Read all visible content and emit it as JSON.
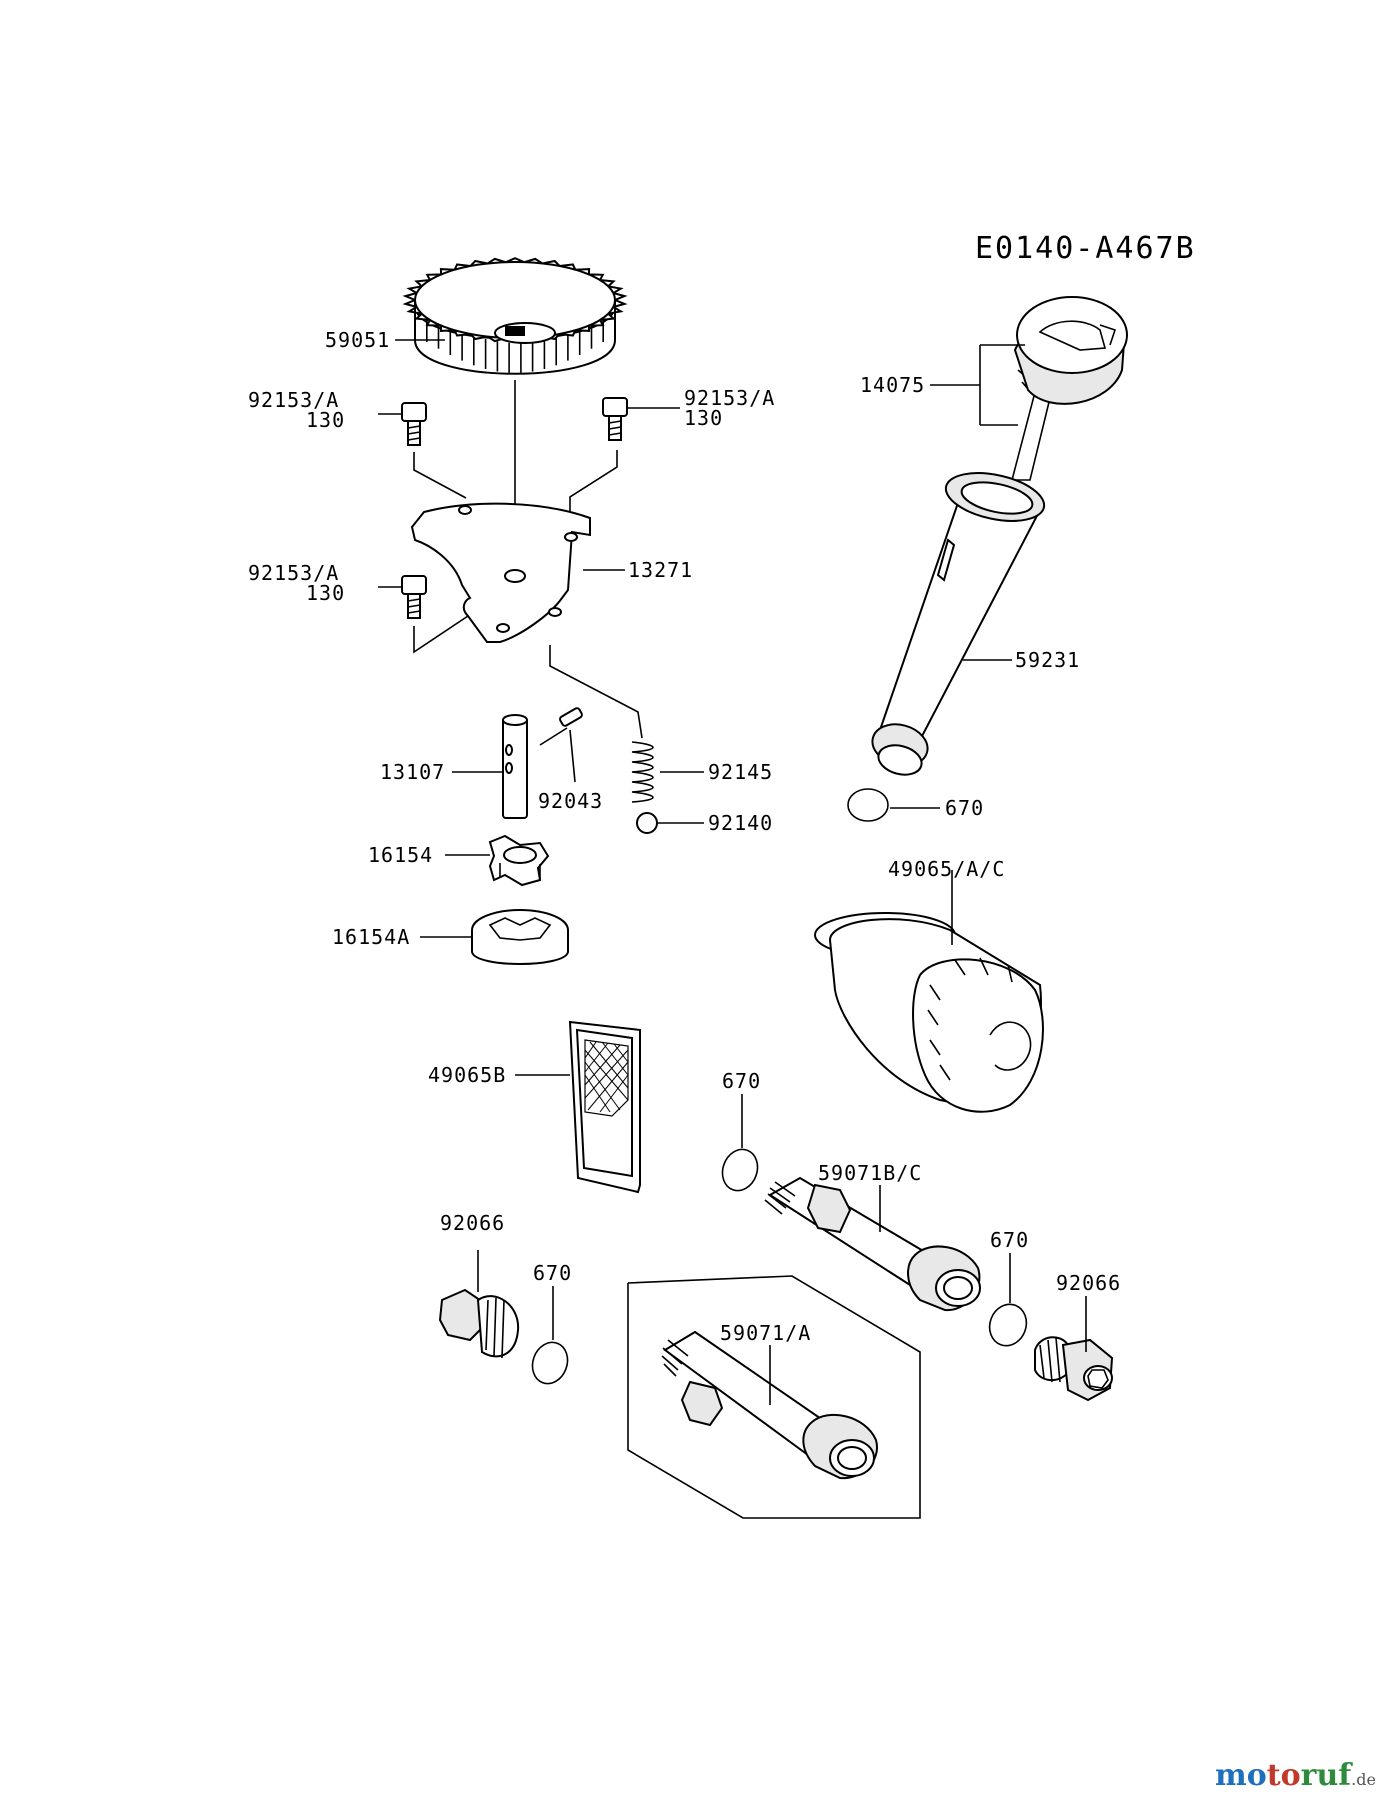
{
  "diagram_code": "E0140-A467B",
  "watermark": {
    "brand_parts": [
      "mo",
      "to",
      "ruf"
    ],
    "suffix": ".de"
  },
  "callouts": [
    "59051",
    "92153/A",
    "130",
    "92153/A",
    "130",
    "13271",
    "92153/A",
    "130",
    "14075",
    "59231",
    "670",
    "13107",
    "92043",
    "92145",
    "92140",
    "16154",
    "16154A",
    "49065/A/C",
    "49065B",
    "670",
    "59071B/C",
    "670",
    "92066",
    "670",
    "92066",
    "59071/A"
  ]
}
